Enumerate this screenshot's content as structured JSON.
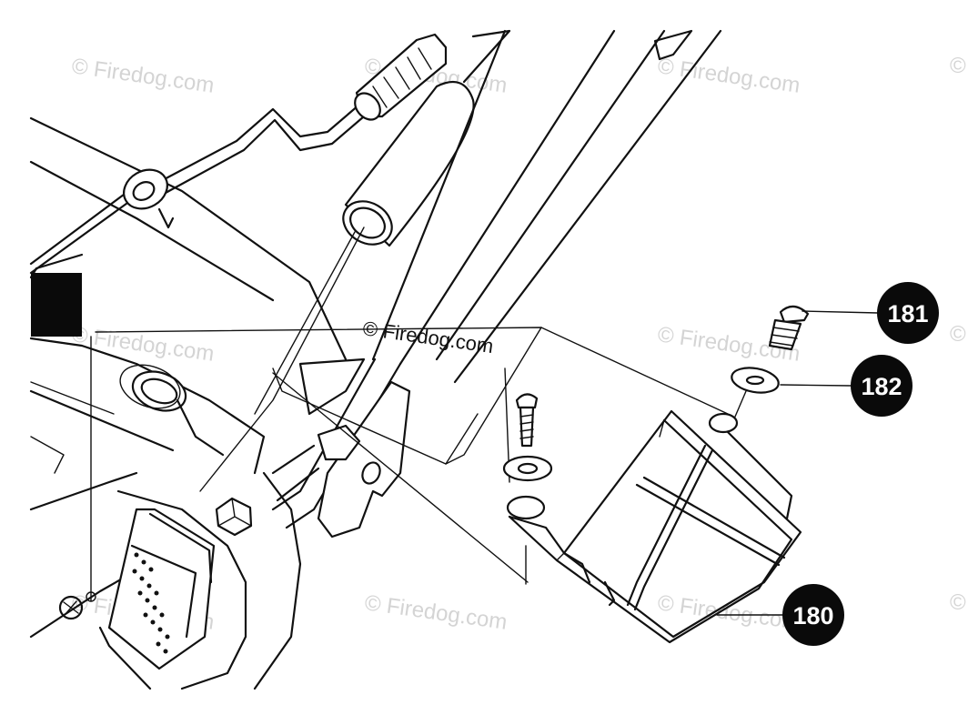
{
  "watermark": {
    "text": "© Firedog.com",
    "partial": "©"
  },
  "callouts": [
    {
      "id": "181",
      "label": "181"
    },
    {
      "id": "182",
      "label": "182"
    },
    {
      "id": "180",
      "label": "180"
    }
  ]
}
